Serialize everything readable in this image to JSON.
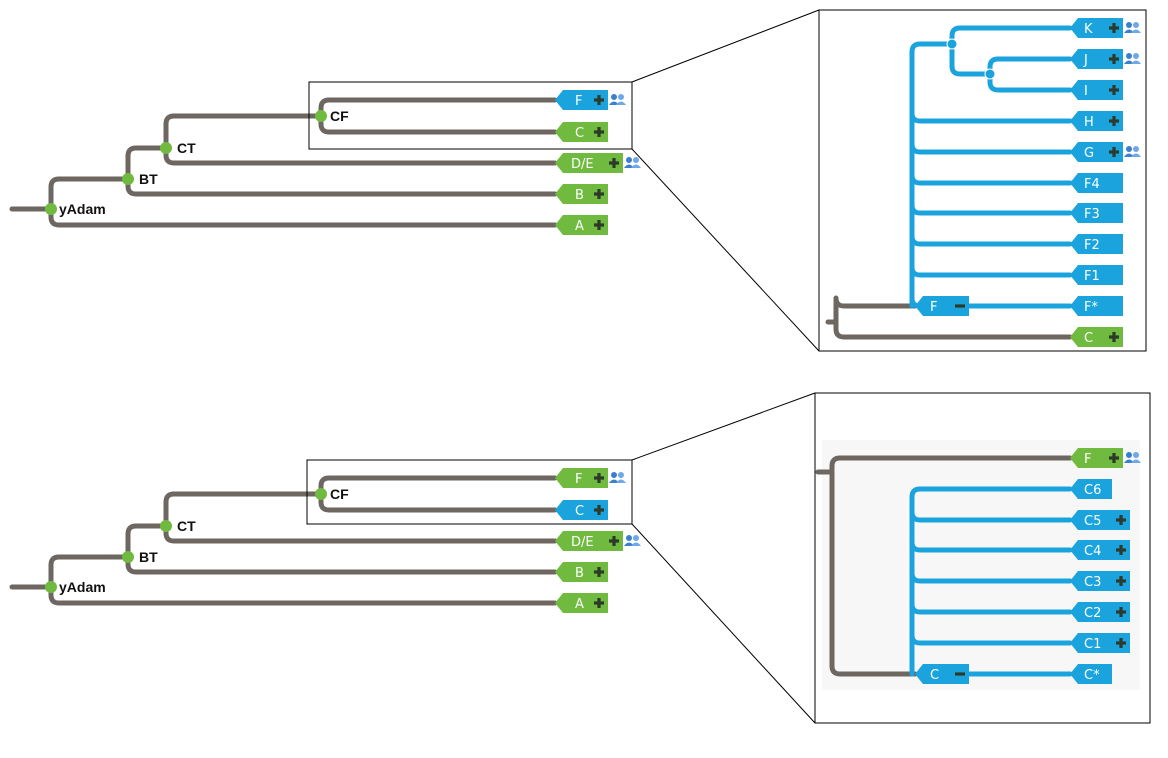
{
  "colors": {
    "branch": "#6e6660",
    "node_green": "#6fba3f",
    "tag_green": "#6fba3f",
    "tag_blue": "#1aa3dd",
    "icon_dark": "#2d3a2a",
    "people_icon": "#3b7fcf"
  },
  "top_tree": {
    "nodes": [
      "yAdam",
      "BT",
      "CT",
      "CF"
    ],
    "leaves": [
      "F",
      "C",
      "D/E",
      "B",
      "A"
    ]
  },
  "top_zoom": {
    "leaves": [
      "K",
      "J",
      "I",
      "H",
      "G",
      "F4",
      "F3",
      "F2",
      "F1",
      "F*",
      "C"
    ],
    "expanded_node": "F"
  },
  "bottom_tree": {
    "nodes": [
      "yAdam",
      "BT",
      "CT",
      "CF"
    ],
    "leaves": [
      "F",
      "C",
      "D/E",
      "B",
      "A"
    ]
  },
  "bottom_zoom": {
    "leaves": [
      "F",
      "C6",
      "C5",
      "C4",
      "C3",
      "C2",
      "C1",
      "C*"
    ],
    "expanded_node": "C"
  }
}
